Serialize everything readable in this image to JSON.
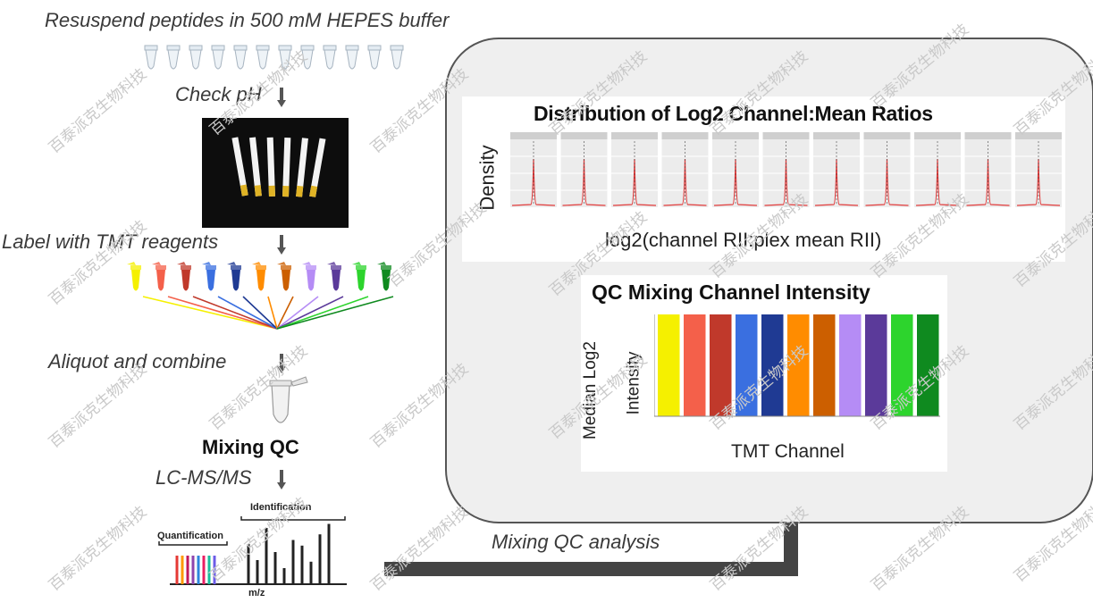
{
  "steps": {
    "resuspend": "Resuspend peptides in 500 mM HEPES buffer",
    "check_ph": "Check pH",
    "label": "Label with TMT reagents",
    "aliquot": "Aliquot and combine",
    "mixing_qc": "Mixing QC",
    "lcms": "LC-MS/MS",
    "analysis": "Mixing QC analysis"
  },
  "spectrum": {
    "quantification": "Quantification",
    "identification": "Identification",
    "x_label": "m/z"
  },
  "density_chart": {
    "title": "Distribution of Log2 Channel:Mean Ratios",
    "ylabel": "Density",
    "xlabel": "log2(channel RII:plex mean RII)"
  },
  "intensity_chart": {
    "title": "QC Mixing Channel Intensity",
    "ylabel_line1": "Median Log2",
    "ylabel_line2": "Intensity",
    "xlabel": "TMT Channel"
  },
  "chart_data": [
    {
      "type": "line",
      "title": "Distribution of Log2 Channel:Mean Ratios",
      "xlabel": "log2(channel RII:plex mean RII)",
      "ylabel": "Density",
      "panels": 11,
      "peak_position": 0
    },
    {
      "type": "bar",
      "title": "QC Mixing Channel Intensity",
      "xlabel": "TMT Channel",
      "ylabel": "Median Log2 Intensity",
      "values": [
        1,
        1,
        1,
        1,
        1,
        1,
        1,
        1,
        1,
        1,
        1
      ],
      "colors": [
        "#f5f000",
        "#f4604a",
        "#c0392b",
        "#3a6fe0",
        "#1f3a93",
        "#ff8c00",
        "#cc5f00",
        "#b58cf5",
        "#5b3a9a",
        "#2dd42d",
        "#0f8a1f"
      ]
    }
  ],
  "colors": {
    "tubes": [
      "#f5f000",
      "#f4604a",
      "#c0392b",
      "#3a6fe0",
      "#1f3a93",
      "#ff8c00",
      "#cc5f00",
      "#b58cf5",
      "#5b3a9a",
      "#2dd42d",
      "#0f8a1f"
    ],
    "arrow": "#444444",
    "peak": "#e03c3c"
  },
  "watermark": "百泰派克生物科技"
}
